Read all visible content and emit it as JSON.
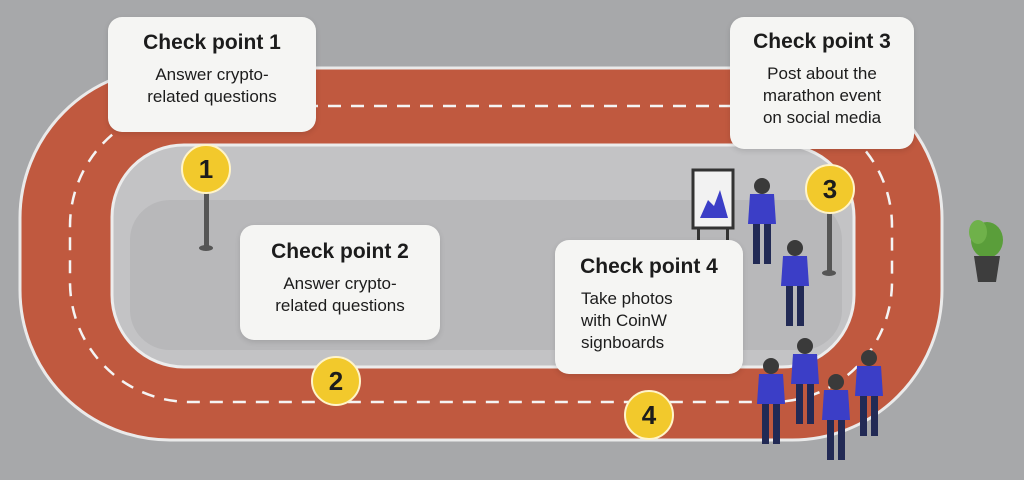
{
  "checkpoints": [
    {
      "title": "Check point 1",
      "description": "Answer crypto-\nrelated questions",
      "number": "1"
    },
    {
      "title": "Check point 2",
      "description": "Answer crypto-\nrelated questions",
      "number": "2"
    },
    {
      "title": "Check point 3",
      "description": "Post about the\nmarathon event\non social media",
      "number": "3"
    },
    {
      "title": "Check point 4",
      "description": "Take photos\nwith CoinW\nsignboards",
      "number": "4"
    }
  ],
  "colors": {
    "background": "#a7a8aa",
    "track": "#c0593f",
    "infield": "#c3c3c5",
    "marker": "#f2c92c",
    "shirt": "#3b3ec7",
    "card": "#f5f5f3"
  },
  "icons": [
    "runner-figure",
    "signboard",
    "potted-plant"
  ]
}
